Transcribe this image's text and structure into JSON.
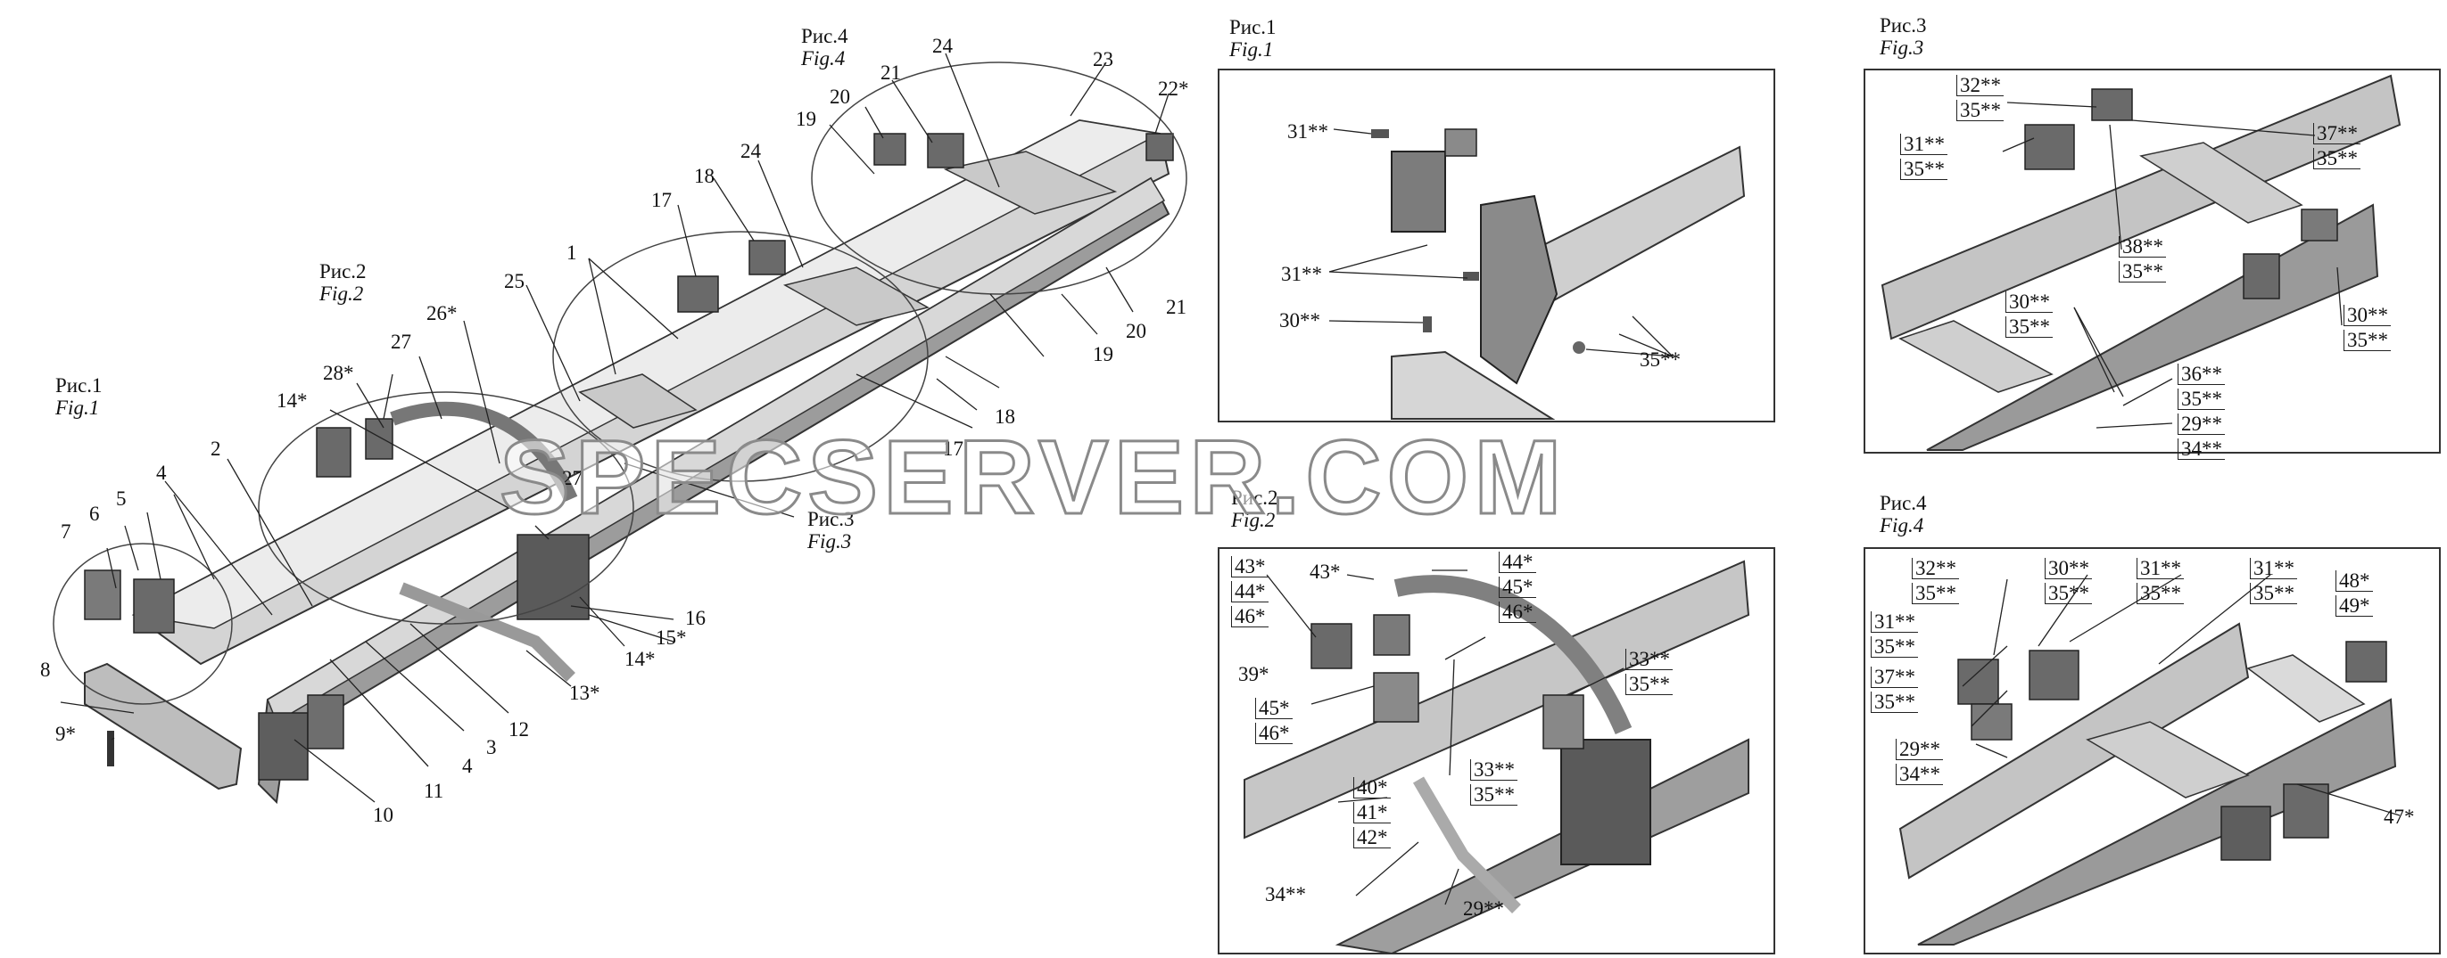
{
  "figures": {
    "fig1_main": {
      "ru": "Рис.1",
      "en": "Fig.1"
    },
    "fig2_main": {
      "ru": "Рис.2",
      "en": "Fig.2"
    },
    "fig3_main": {
      "ru": "Рис.3",
      "en": "Fig.3"
    },
    "fig4_main": {
      "ru": "Рис.4",
      "en": "Fig.4"
    },
    "fig1_panel": {
      "ru": "Рис.1",
      "en": "Fig.1"
    },
    "fig2_panel": {
      "ru": "Рис.2",
      "en": "Fig.2"
    },
    "fig3_panel": {
      "ru": "Рис.3",
      "en": "Fig.3"
    },
    "fig4_panel": {
      "ru": "Рис.4",
      "en": "Fig.4"
    }
  },
  "main_callouts": [
    "1",
    "2",
    "4",
    "5",
    "6",
    "7",
    "8",
    "9*",
    "10",
    "11",
    "12",
    "3",
    "4",
    "13*",
    "14*",
    "14*",
    "15*",
    "16",
    "17",
    "17",
    "18",
    "18",
    "19",
    "19",
    "20",
    "20",
    "21",
    "21",
    "22*",
    "23",
    "24",
    "24",
    "25",
    "26*",
    "27",
    "27",
    "28*"
  ],
  "panel1_callouts": [
    "31**",
    "31**",
    "30**",
    "35**"
  ],
  "panel2_callouts": [
    "43*",
    "44*",
    "46*",
    "43*",
    "44*",
    "45*",
    "46*",
    "39*",
    "45*",
    "46*",
    "33**",
    "35**",
    "33**",
    "35**",
    "40*",
    "41*",
    "42*",
    "34**",
    "29**"
  ],
  "panel3_callouts": [
    "32**",
    "35**",
    "31**",
    "35**",
    "37**",
    "35**",
    "38**",
    "35**",
    "30**",
    "35**",
    "30**",
    "35**",
    "36**",
    "35**",
    "29**",
    "34**"
  ],
  "panel4_callouts": [
    "32**",
    "35**",
    "30**",
    "35**",
    "31**",
    "35**",
    "31**",
    "35**",
    "48*",
    "49*",
    "31**",
    "35**",
    "37**",
    "35**",
    "29**",
    "34**",
    "47*"
  ],
  "watermark": "SPECSERVER.COM",
  "colors": {
    "frame_light": "#d8d8d8",
    "frame_mid": "#9a9a9a",
    "frame_dark": "#3c3c3c",
    "line": "#222222"
  }
}
